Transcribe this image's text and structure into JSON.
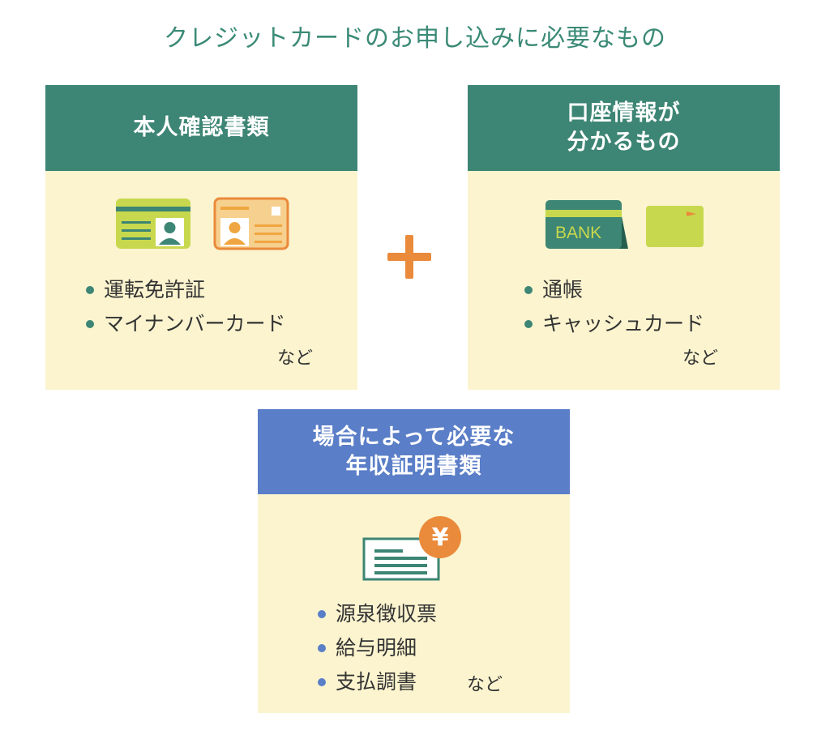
{
  "title": "クレジットカードのお申し込みに必要なもの",
  "boxes": [
    {
      "header": [
        "本人確認書類"
      ],
      "items": [
        "運転免許証",
        "マイナンバーカード"
      ],
      "etc": "など"
    },
    {
      "header": [
        "口座情報が",
        "分かるもの"
      ],
      "items": [
        "通帳",
        "キャッシュカード"
      ],
      "etc": "など",
      "bank_label": "BANK"
    },
    {
      "header": [
        "場合によって必要な",
        "年収証明書類"
      ],
      "items": [
        "源泉徴収票",
        "給与明細",
        "支払調書"
      ],
      "etc": "など",
      "yen": "¥"
    }
  ],
  "colors": {
    "green": "#3d8574",
    "blue": "#5a7ec7",
    "orange": "#ea8a3b",
    "cream": "#fbf4cf",
    "lime": "#c8d84e"
  }
}
